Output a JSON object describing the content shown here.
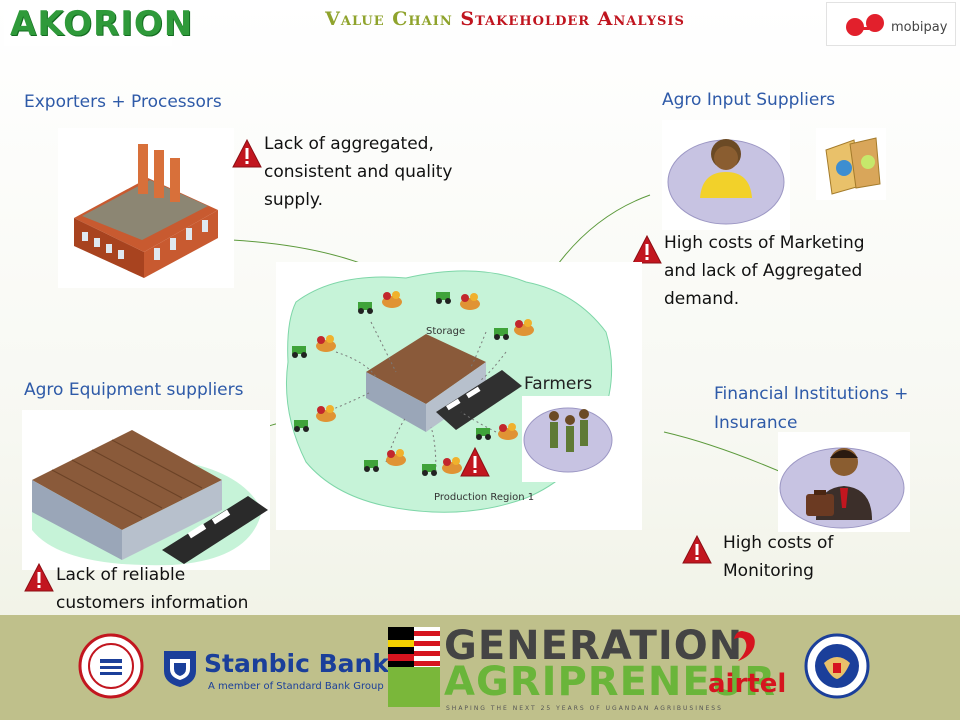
{
  "header": {
    "logo_left_text": "AKORION",
    "title_part1": "Value Chain ",
    "title_part2": "Stakeholder Analysis",
    "logo_right_text": "mobipay"
  },
  "stakeholders": {
    "exporters": {
      "label": "Exporters + Processors",
      "issue_lines": [
        "Lack of aggregated,",
        "consistent and quality",
        "supply."
      ]
    },
    "agro_input": {
      "label": "Agro Input Suppliers",
      "issue_lines": [
        "High costs of Marketing",
        "and lack of Aggregated",
        "demand."
      ]
    },
    "agro_equipment": {
      "label": "Agro Equipment suppliers",
      "issue_lines": [
        "Lack of reliable",
        "customers information"
      ]
    },
    "financial": {
      "label_lines": [
        "Financial Institutions +",
        "Insurance"
      ],
      "issue_lines": [
        "High costs of",
        "Monitoring"
      ]
    },
    "farmers": {
      "label": "Farmers"
    }
  },
  "map": {
    "storage_label": "Storage",
    "region_label": "Production Region 1"
  },
  "sponsors": {
    "stanbic_name": "Stanbic Bank",
    "stanbic_sub": "A member of Standard Bank Group",
    "gen_line1": "GENERATION",
    "gen_line2": "AGRIPRENEUR",
    "gen_tag": "SHAPING THE NEXT 25 YEARS OF UGANDAN AGRIBUSINESS",
    "airtel_name": "airtel"
  },
  "colors": {
    "accent_green": "#8fa32c",
    "accent_red": "#c0141e",
    "label_blue": "#2e5aa8",
    "band": "#bfc08b"
  }
}
